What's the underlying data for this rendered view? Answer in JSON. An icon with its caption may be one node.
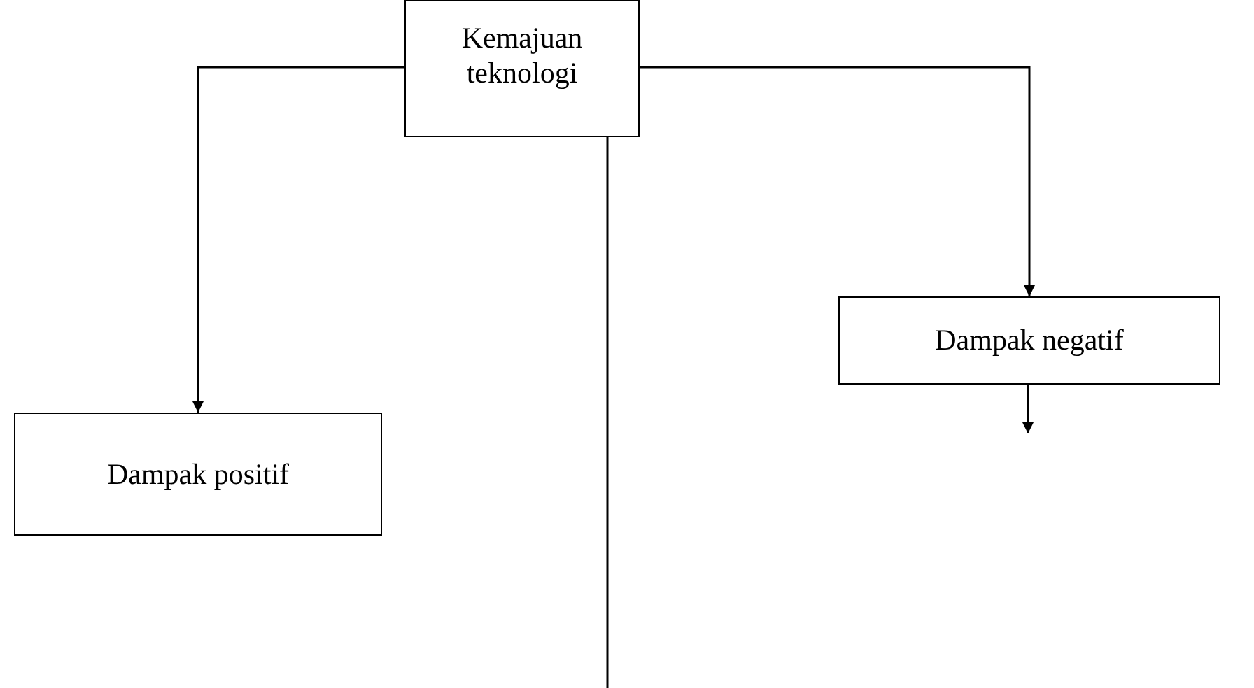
{
  "diagram": {
    "nodes": [
      {
        "text": [
          "Kemajuan teknologi"
        ]
      },
      {
        "text": [
          "Dampak negatif"
        ]
      },
      {
        "text": [
          "Dampak positif"
        ]
      }
    ],
    "edges": [
      {
        "from": 0,
        "to": 2,
        "arrow": "to"
      },
      {
        "from": 0,
        "to": 1,
        "arrow": "to"
      },
      {
        "from": 1,
        "to": null,
        "arrow": "to"
      },
      {
        "from": 0,
        "to": null,
        "arrow": "none"
      }
    ]
  }
}
